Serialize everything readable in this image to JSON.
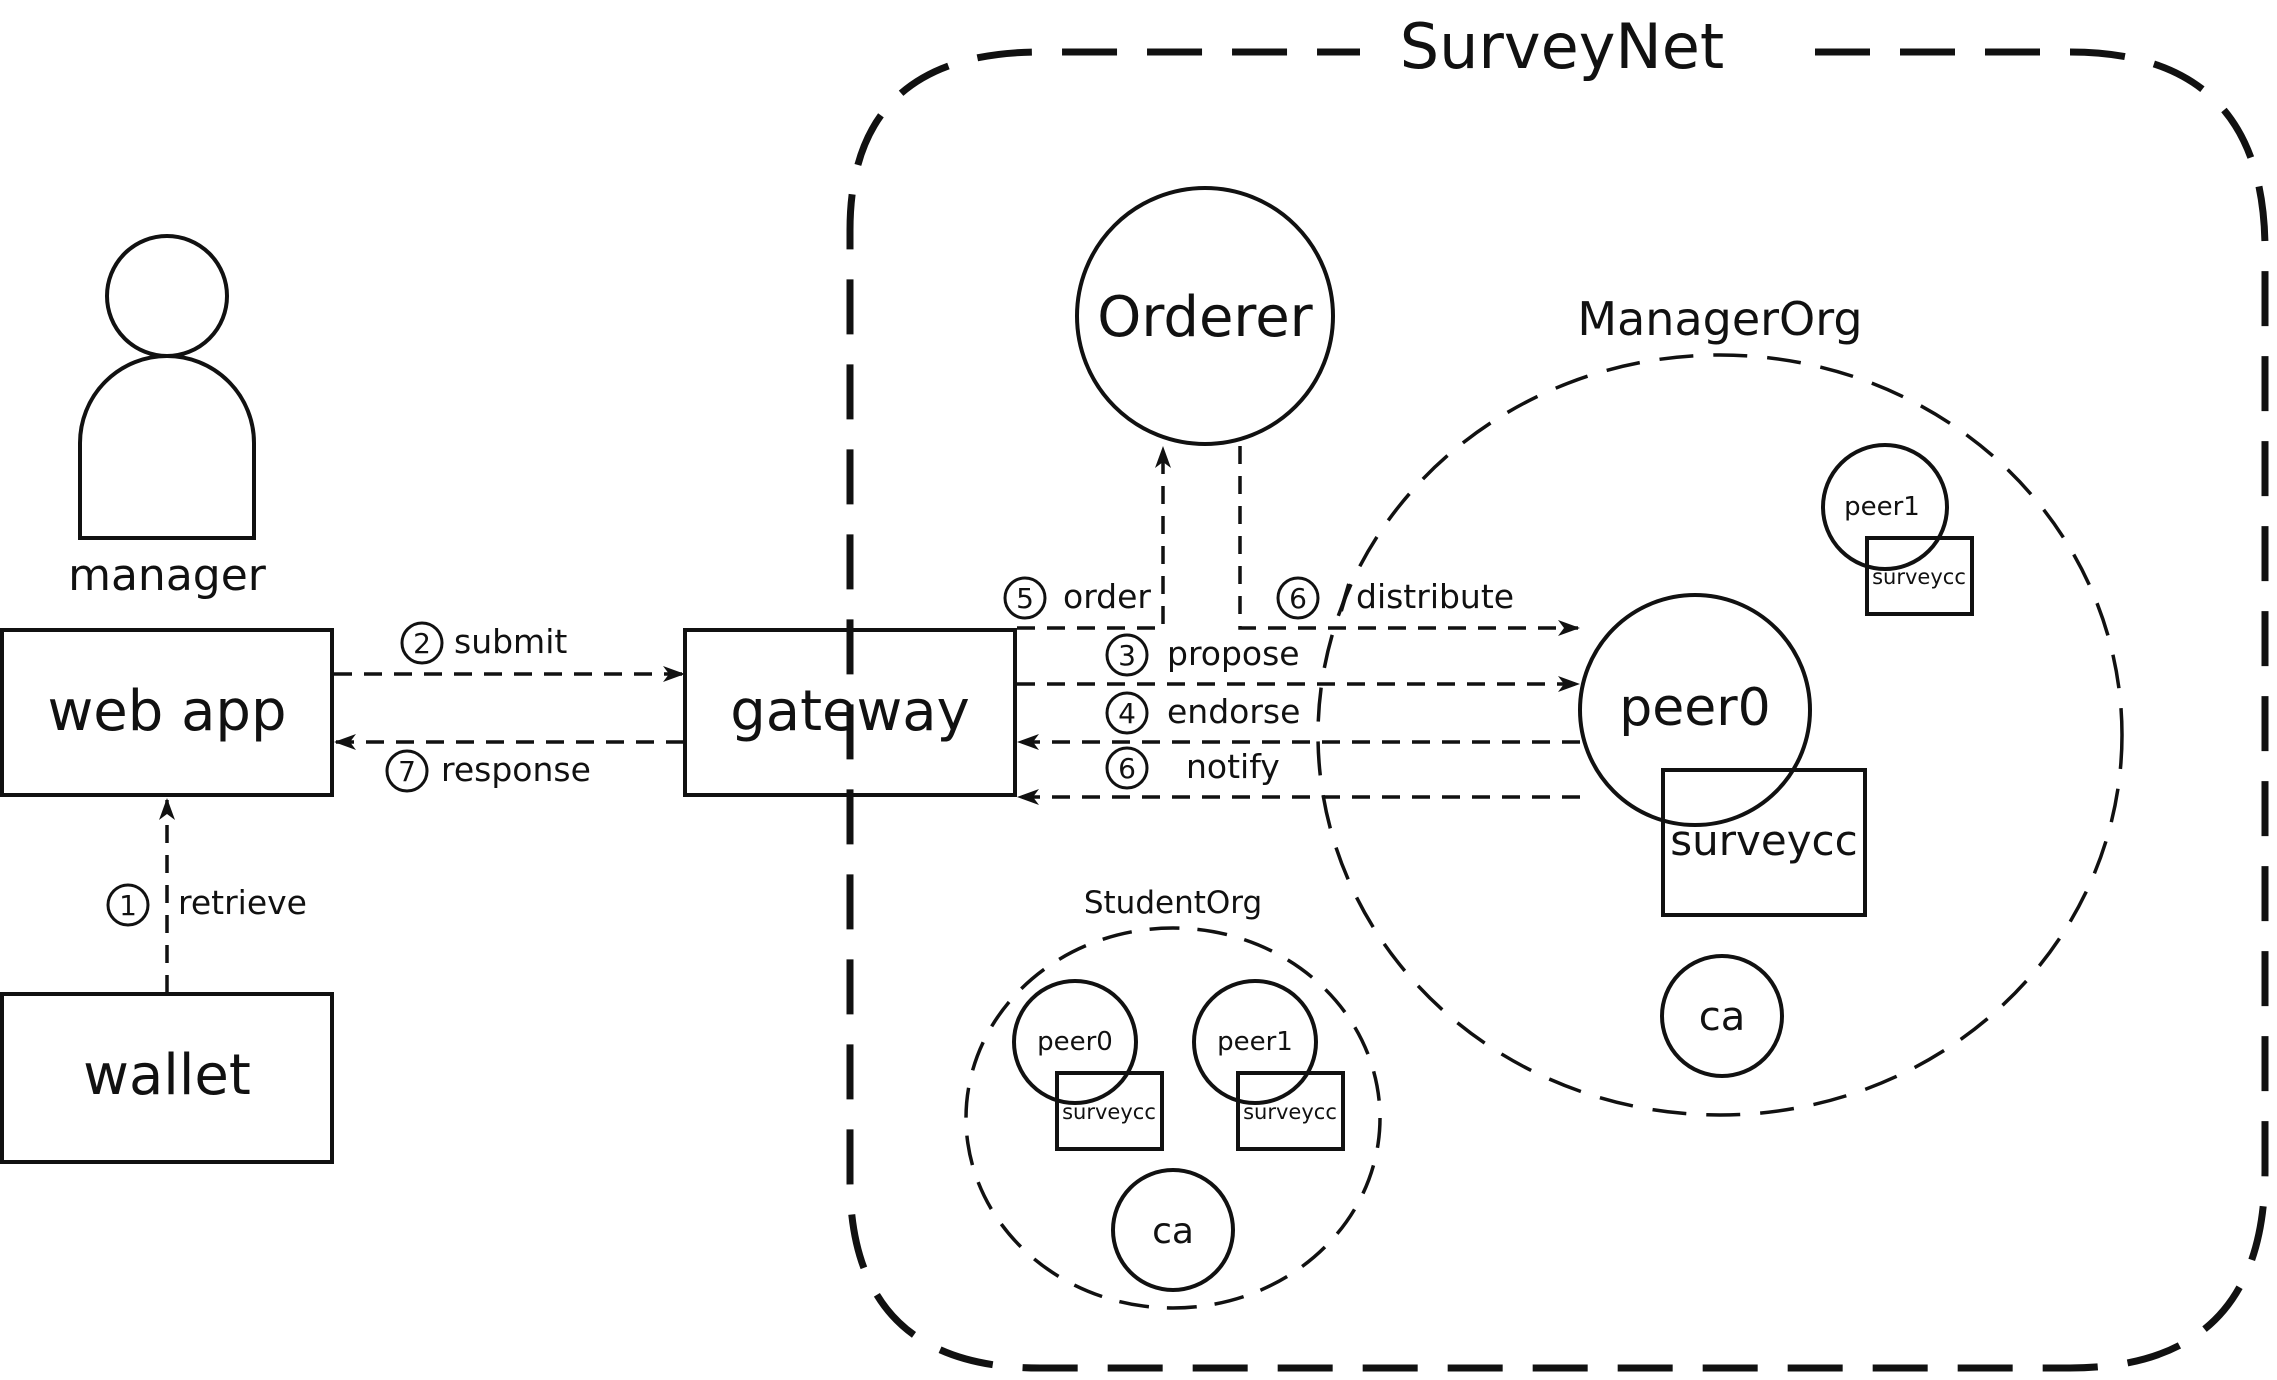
{
  "network": {
    "title": "SurveyNet"
  },
  "actor": {
    "label": "manager"
  },
  "apps": {
    "web_app": "web app",
    "wallet": "wallet",
    "gateway": "gateway"
  },
  "orderer": {
    "label": "Orderer"
  },
  "manager_org": {
    "label": "ManagerOrg",
    "peer0": "peer0",
    "peer0_cc": "surveycc",
    "peer1": "peer1",
    "peer1_cc": "surveycc",
    "ca": "ca"
  },
  "student_org": {
    "label": "StudentOrg",
    "peer0": "peer0",
    "peer0_cc": "surveycc",
    "peer1": "peer1",
    "peer1_cc": "surveycc",
    "ca": "ca"
  },
  "flow_steps": [
    {
      "num": "1",
      "label": "retrieve"
    },
    {
      "num": "2",
      "label": "submit"
    },
    {
      "num": "3",
      "label": "propose"
    },
    {
      "num": "4",
      "label": "endorse"
    },
    {
      "num": "5",
      "label": "order"
    },
    {
      "num": "6",
      "label": "distribute"
    },
    {
      "num": "6",
      "label": "notify"
    },
    {
      "num": "7",
      "label": "response"
    }
  ]
}
